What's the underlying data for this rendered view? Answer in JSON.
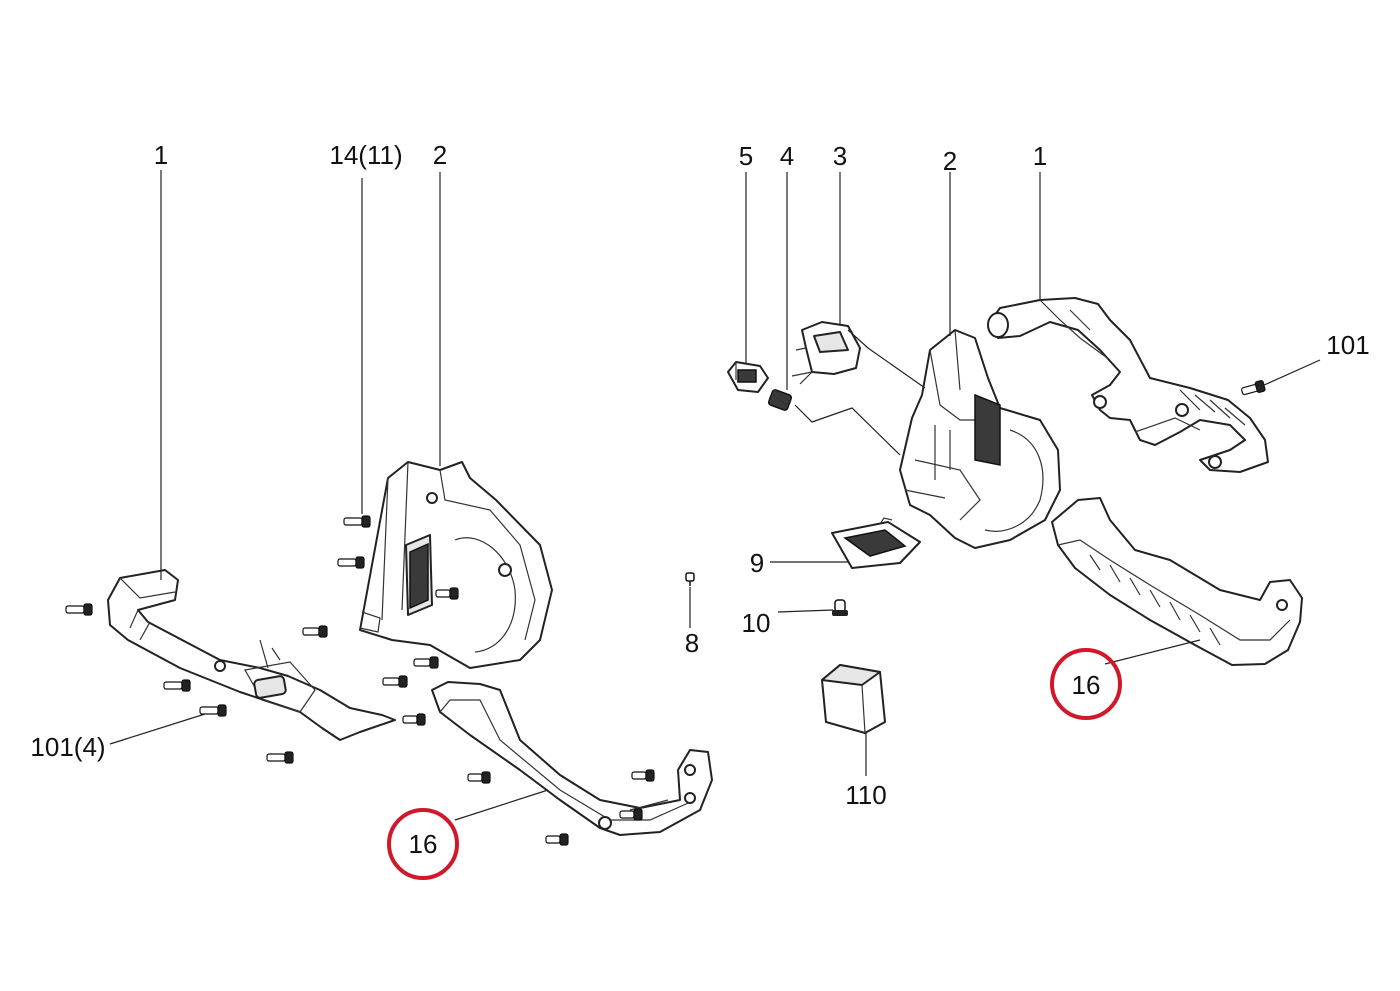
{
  "labels": {
    "left_1": "1",
    "left_14": "14(11)",
    "left_2": "2",
    "left_101": "101(4)",
    "left_16": "16",
    "right_5": "5",
    "right_4": "4",
    "right_3": "3",
    "right_2": "2",
    "right_1": "1",
    "right_101": "101",
    "right_9": "9",
    "right_10": "10",
    "right_8": "8",
    "right_16": "16",
    "right_110": "110"
  },
  "colors": {
    "callout": "#d0182a",
    "line": "#222222"
  }
}
